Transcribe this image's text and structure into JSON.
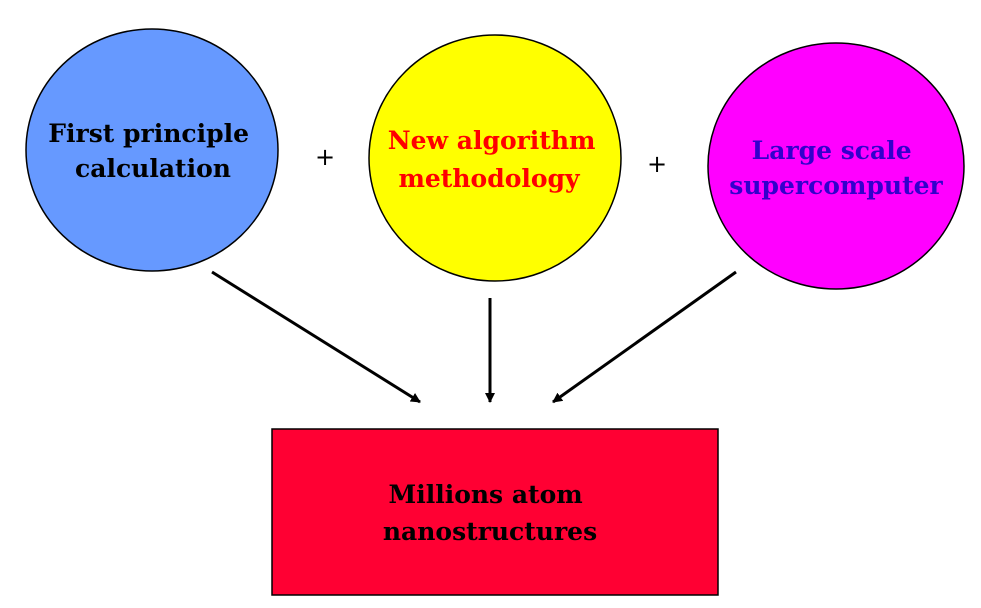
{
  "diagram": {
    "nodes": {
      "first_principle": {
        "line1": "First principle",
        "line2": "calculation",
        "fill": "#6699ff",
        "text_color": "#000000"
      },
      "new_algorithm": {
        "line1": "New algorithm",
        "line2": "methodology",
        "fill": "#ffff00",
        "text_color": "#ff0000"
      },
      "large_scale": {
        "line1": "Large scale",
        "line2": "supercomputer",
        "fill": "#ff00ff",
        "text_color": "#3300cc"
      },
      "result": {
        "line1": "Millions atom",
        "line2": "nanostructures",
        "fill": "#ff0033",
        "text_color": "#000000"
      }
    },
    "operators": {
      "plus_1": "+",
      "plus_2": "+"
    }
  }
}
